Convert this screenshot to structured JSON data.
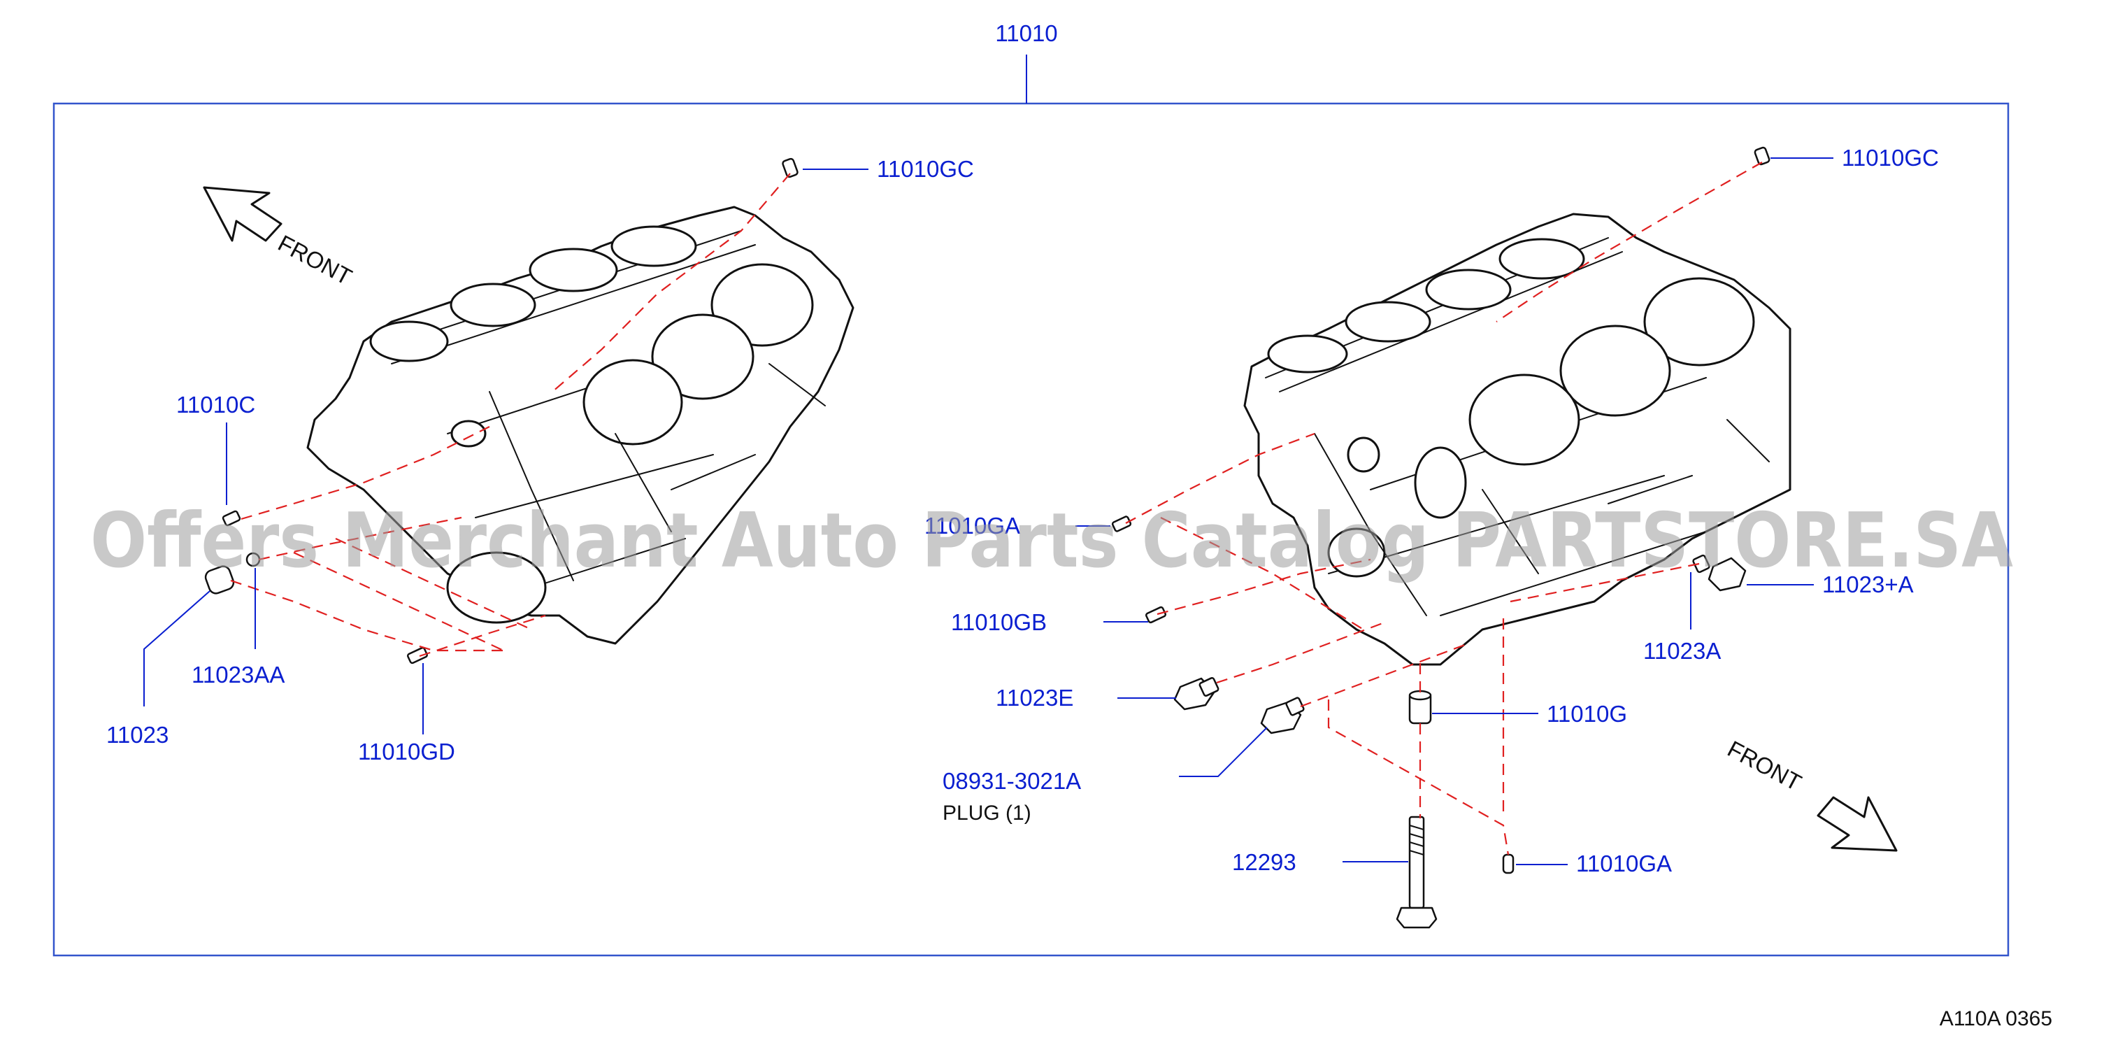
{
  "assembly_label": "11010",
  "watermark": "Offers Merchant Auto Parts Catalog PARTSTORE.SA",
  "front_label": "FRONT",
  "diagram_code": "A110A  0365",
  "callouts": {
    "p11010GC_left": "11010GC",
    "p11010GC_right": "11010GC",
    "p11010C": "11010C",
    "p11023AA": "11023AA",
    "p11023": "11023",
    "p11010GD": "11010GD",
    "p11010GA_mid": "11010GA",
    "p11010GB": "11010GB",
    "p11023E": "11023E",
    "p08931": "08931-3021A",
    "plug_note": "PLUG    (1)",
    "p12293": "12293",
    "p11010G": "11010G",
    "p11010GA_bottom": "11010GA",
    "p11023plusA": "11023+A",
    "p11023A": "11023A"
  },
  "colors": {
    "callout": "#0a1fd0",
    "frame": "#3355cc",
    "dash": "#e02020",
    "ink": "#111111"
  }
}
